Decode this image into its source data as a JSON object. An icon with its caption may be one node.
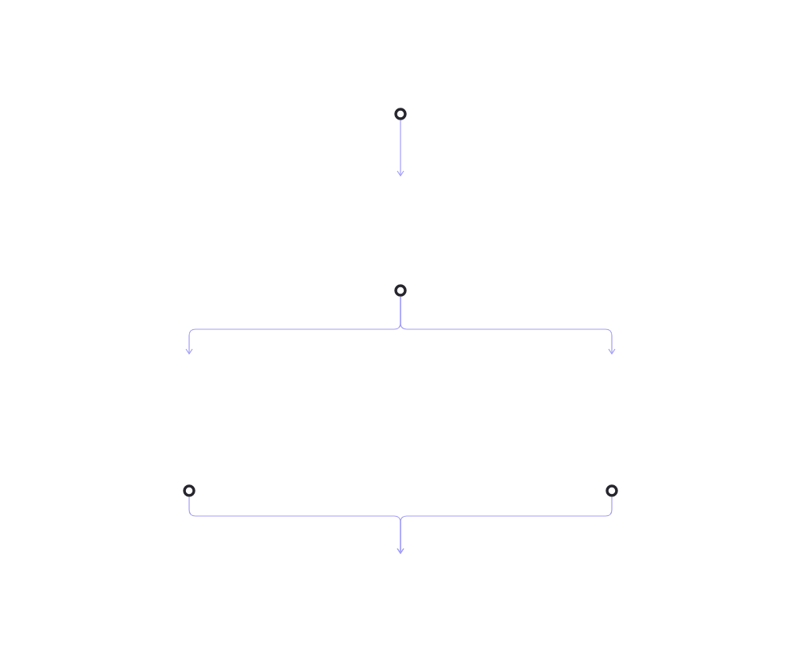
{
  "diagram": {
    "nodes": [
      {
        "text": [],
        "shape": "circle"
      },
      {
        "text": [],
        "shape": "circle"
      },
      {
        "text": [],
        "shape": "circle"
      },
      {
        "text": [],
        "shape": "circle"
      }
    ],
    "edges": [
      {
        "from": 0,
        "to": null,
        "arrow": "to"
      },
      {
        "from": 1,
        "to": null,
        "arrow": "to"
      },
      {
        "from": 1,
        "to": null,
        "arrow": "to"
      },
      {
        "from": 2,
        "to": null,
        "arrow": "to"
      },
      {
        "from": 3,
        "to": null,
        "arrow": "to"
      }
    ]
  }
}
